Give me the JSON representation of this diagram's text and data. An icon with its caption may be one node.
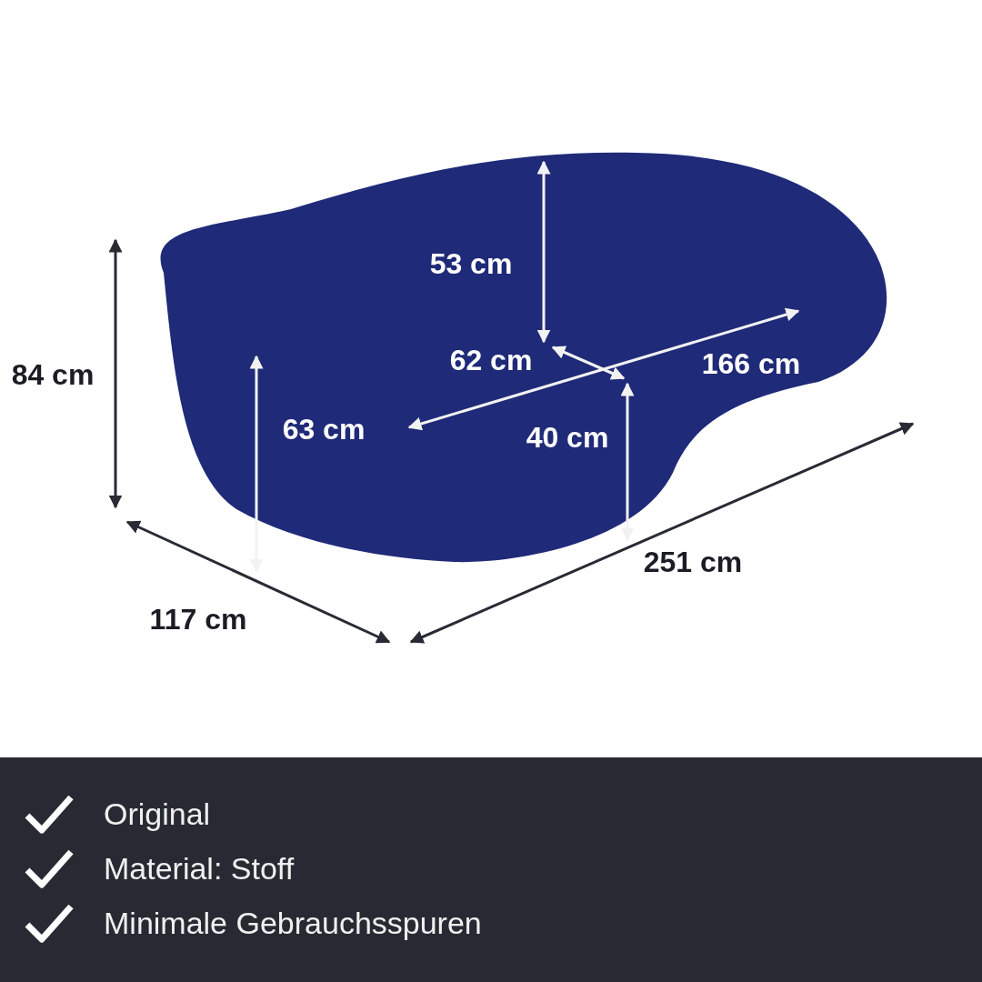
{
  "diagram": {
    "labels": [
      "53 cm",
      "84 cm",
      "62 cm",
      "166 cm",
      "63 cm",
      "40 cm",
      "251 cm",
      "117 cm",
      "Original",
      "Material: Stoff",
      "Minimale Gebrauchsspuren"
    ]
  }
}
